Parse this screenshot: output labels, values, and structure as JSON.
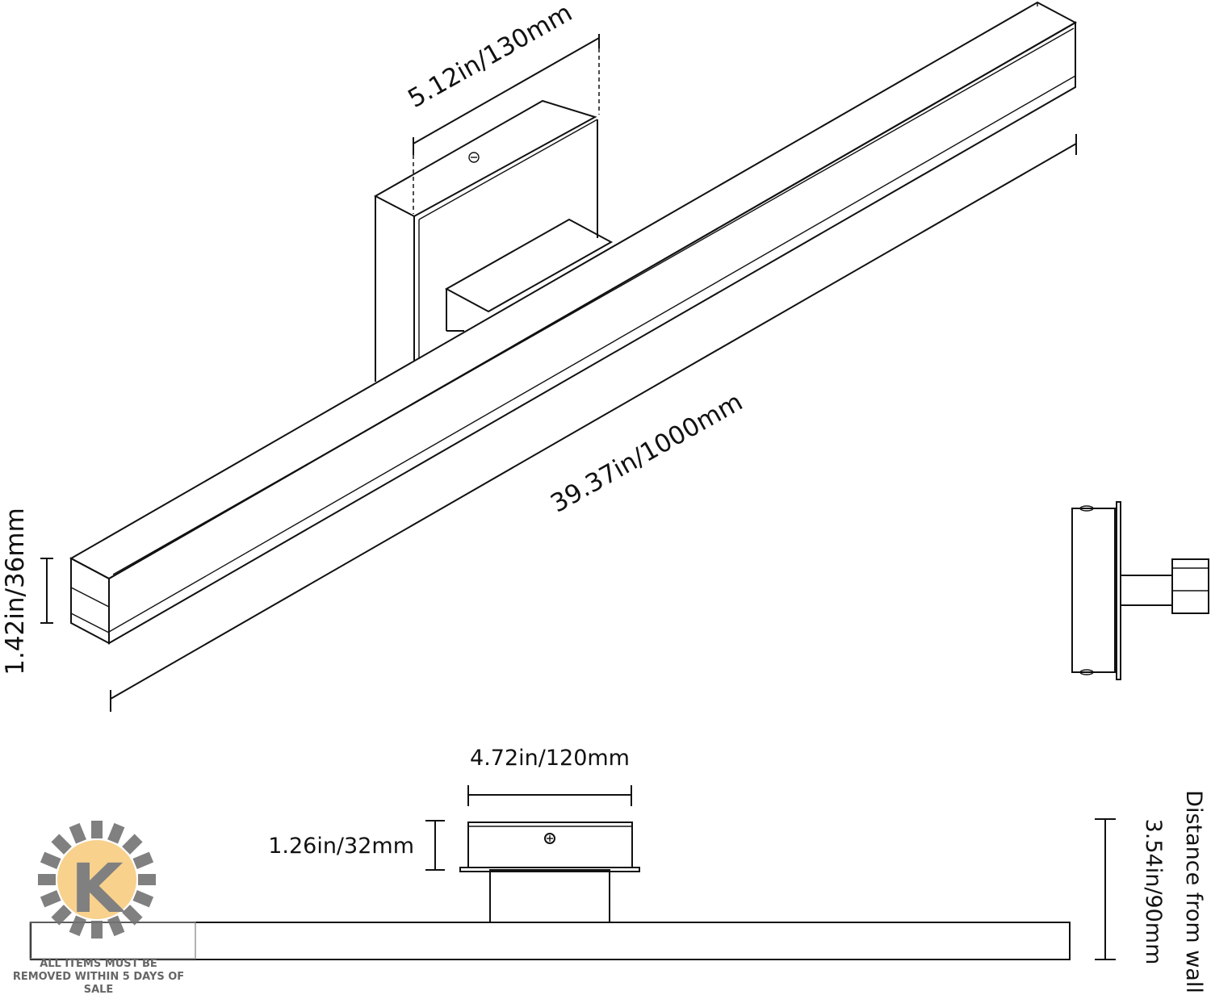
{
  "dimensions": {
    "plate_width": "5.12in/130mm",
    "length": "39.37in/1000mm",
    "bar_height": "1.42in/36mm",
    "box_width": "4.72in/120mm",
    "box_depth": "1.26in/32mm",
    "wall_distance_line1": "Distance from wall",
    "wall_distance_line2": "3.54in/90mm"
  },
  "watermark": {
    "logo_letter": "K",
    "notice_line1": "ALL ITEMS MUST BE",
    "notice_line2": "REMOVED WITHIN 5 DAYS OF",
    "notice_line3": "SALE"
  },
  "colors": {
    "line": "#111111",
    "logo_globe": "#f7c97a",
    "logo_gray": "#6b6b6b"
  }
}
